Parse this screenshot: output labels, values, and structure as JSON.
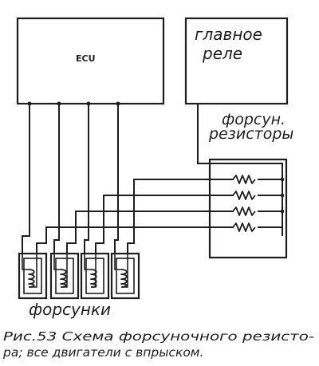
{
  "labels": {
    "ecu": "ECU",
    "main_relay_line1": "главное",
    "main_relay_line2": "реле",
    "resistors_line1": "форсун.",
    "resistors_line2": "резисторы",
    "injectors": "форсунки"
  },
  "caption": {
    "line1": "Рис.53 Схема форсуночного резисто-",
    "line2": "ра; все двигатели с впрыском."
  },
  "components": {
    "injector_count": 4,
    "resistor_count": 4,
    "ecu_terminal_count": 4
  }
}
